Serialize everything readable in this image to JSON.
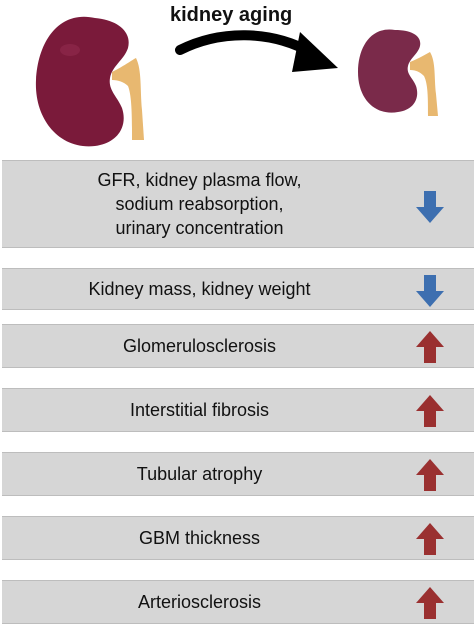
{
  "title": "kidney aging",
  "rows": [
    {
      "label": "GFR,    kidney plasma flow,\nsodium reabsorption,\nurinary concentration",
      "direction": "down"
    },
    {
      "label": "Kidney mass, kidney weight",
      "direction": "down"
    },
    {
      "label": "Glomerulosclerosis",
      "direction": "up"
    },
    {
      "label": "Interstitial fibrosis",
      "direction": "up"
    },
    {
      "label": "Tubular atrophy",
      "direction": "up"
    },
    {
      "label": "GBM thickness",
      "direction": "up"
    },
    {
      "label": "Arteriosclerosis",
      "direction": "up"
    }
  ],
  "colors": {
    "kidney": "#7a1a3a",
    "kidney_small": "#7a2a4a",
    "ureter": "#e8b870",
    "arrow_down": "#3d6fb0",
    "arrow_up": "#9a3030",
    "row_bg": "#d6d6d6"
  }
}
